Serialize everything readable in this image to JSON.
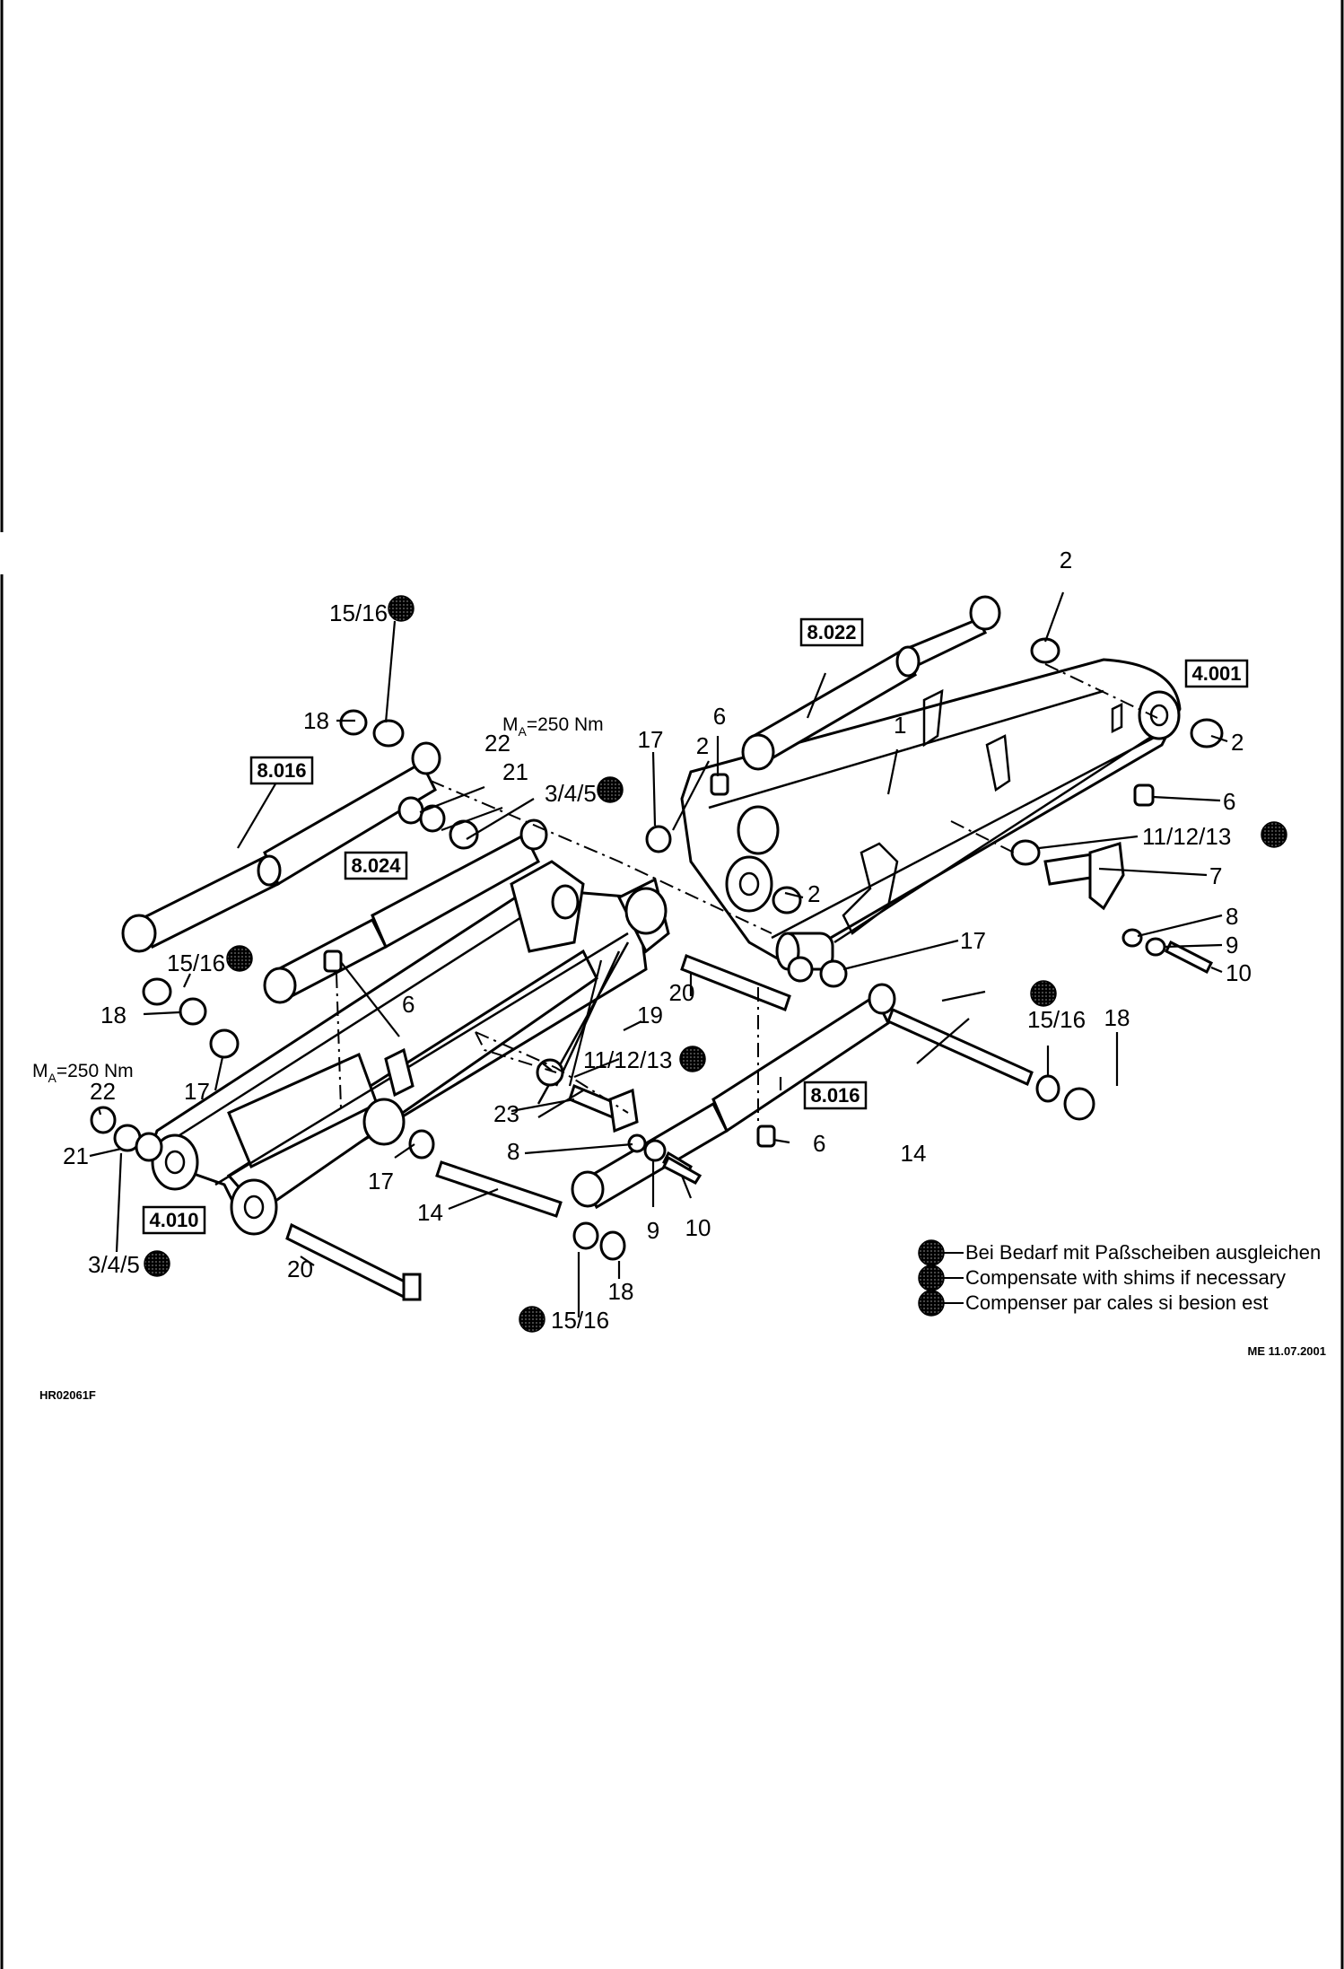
{
  "references": {
    "r8022": "8.022",
    "r4001": "4.001",
    "r8016a": "8.016",
    "r8024": "8.024",
    "r8016b": "8.016",
    "r4010": "4.010"
  },
  "labels": {
    "l1": "1",
    "l2a": "2",
    "l2b": "2",
    "l2c": "2",
    "l2d": "2",
    "l3a": "3/4/5",
    "l3b": "3/4/5",
    "l6a": "6",
    "l6b": "6",
    "l6c": "6",
    "l6d": "6",
    "l7": "7",
    "l8a": "8",
    "l8b": "8",
    "l9a": "9",
    "l9b": "9",
    "l10a": "10",
    "l10b": "10",
    "l11a": "11/12/13",
    "l11b": "11/12/13",
    "l14a": "14",
    "l14b": "14",
    "l15a": "15/16",
    "l15b": "15/16",
    "l15c": "15/16",
    "l15d": "15/16",
    "l17a": "17",
    "l17b": "17",
    "l17c": "17",
    "l17d": "17",
    "l18a": "18",
    "l18b": "18",
    "l18c": "18",
    "l18d": "18",
    "l19": "19",
    "l20a": "20",
    "l20b": "20",
    "l21a": "21",
    "l21b": "21",
    "l22a": "22",
    "l22b": "22",
    "l23": "23"
  },
  "torque": {
    "t1_prefix": "M",
    "t1_sub": "A",
    "t1_value": "=250 Nm",
    "t2_prefix": "M",
    "t2_sub": "A",
    "t2_value": "=250 Nm"
  },
  "legend": [
    "Bei Bedarf mit Paßscheiben ausgleichen",
    "Compensate with shims if necessary",
    "Compenser par cales si besion est"
  ],
  "date_stamp": "ME 11.07.2001",
  "drawing_number": "HR02061F"
}
